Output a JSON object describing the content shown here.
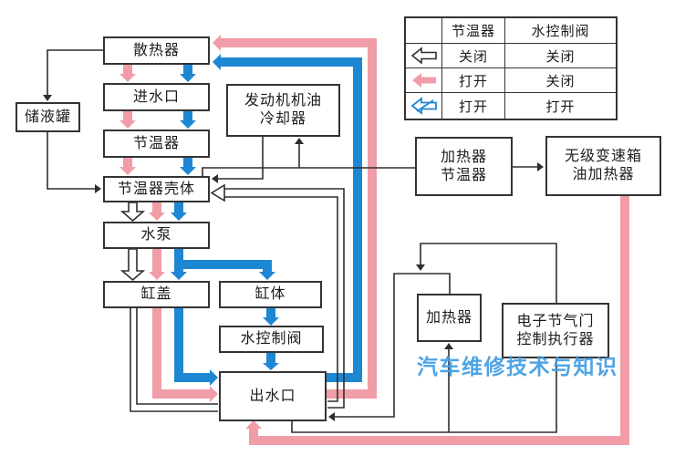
{
  "colors": {
    "pink": "#f09da8",
    "blue": "#1e87d3",
    "line": "#2e2e2e",
    "watermark": "#3f9de3"
  },
  "watermark": "汽车维修技术与知识",
  "legend": {
    "col_thermostat": "节温器",
    "col_valve": "水控制阀",
    "rows": [
      {
        "icon": "hollow-arrow",
        "thermostat": "关闭",
        "valve": "关闭"
      },
      {
        "icon": "pink-arrow",
        "thermostat": "打开",
        "valve": "关闭"
      },
      {
        "icon": "blue-arrow",
        "thermostat": "打开",
        "valve": "打开"
      }
    ]
  },
  "nodes": {
    "radiator": "散热器",
    "inlet": "进水口",
    "reservoir": "储液罐",
    "thermostat": "节温器",
    "thermostat_housing": "节温器壳体",
    "water_pump": "水泵",
    "cylinder_head": "缸盖",
    "cylinder_block": "缸体",
    "water_control_valve": "水控制阀",
    "water_outlet": "出水口",
    "engine_oil_cooler": "发动机机油\n冷却器",
    "heater_thermostat": "加热器\n节温器",
    "cvt_oil_heater": "无级变速箱\n油加热器",
    "heater": "加热器",
    "throttle_actuator": "电子节气门\n控制执行器"
  }
}
